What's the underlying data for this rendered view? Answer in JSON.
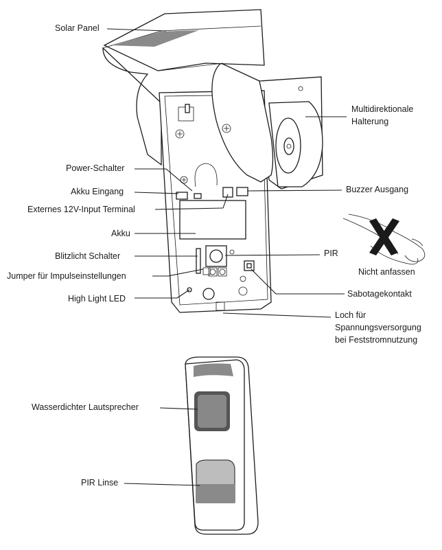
{
  "labels": {
    "solar_panel": "Solar Panel",
    "bracket": "Multidirektionale",
    "bracket2": "Halterung",
    "power_switch": "Power-Schalter",
    "battery_input": "Akku Eingang",
    "buzzer_output": "Buzzer Ausgang",
    "ext_12v": "Externes 12V-Input Terminal",
    "battery": "Akku",
    "flash_switch": "Blitzlicht Schalter",
    "pir": "PIR",
    "jumper": "Jumper für Impulseinstellungen",
    "high_light_led": "High Light LED",
    "tamper": "Sabotagekontakt",
    "hole1": "Loch für",
    "hole2": "Spannungsversorgung",
    "hole3": "bei Feststromnutzung",
    "do_not_touch": "Nicht anfassen",
    "speaker": "Wasserdichter Lautsprecher",
    "pir_lens": "PIR Linse"
  }
}
